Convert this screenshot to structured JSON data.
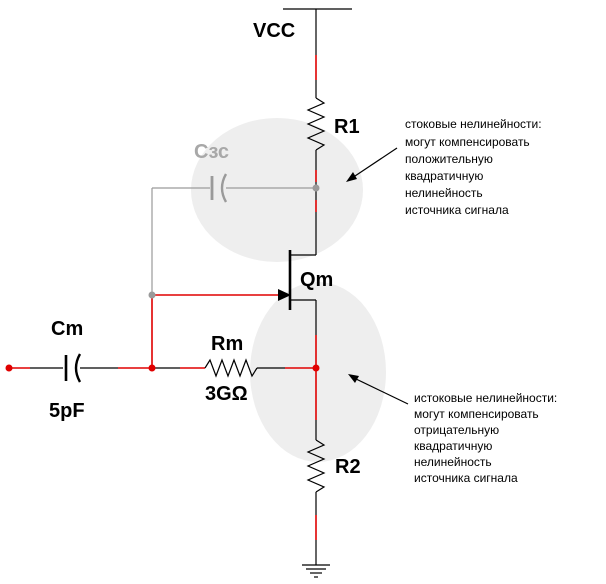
{
  "labels": {
    "vcc": "VCC",
    "r1": "R1",
    "r2": "R2",
    "csz": "Cзс",
    "qm": "Qm",
    "rm": "Rm",
    "rm_value": "3GΩ",
    "cm": "Cm",
    "cm_value": "5pF"
  },
  "notes": {
    "drain": [
      "стоковые нелинейности:",
      "могут компенсировать",
      "положительную",
      "квадратичную",
      "нелинейность",
      "источника сигнала"
    ],
    "source": [
      "истоковые нелинейности:",
      "могут компенсировать",
      "отрицательную",
      "квадратичную",
      "нелинейность",
      "источника сигнала"
    ]
  },
  "colors": {
    "wire": "#000000",
    "highlight": "#e00000",
    "feedback": "#9a9a9a",
    "region": "#eeeeee"
  }
}
